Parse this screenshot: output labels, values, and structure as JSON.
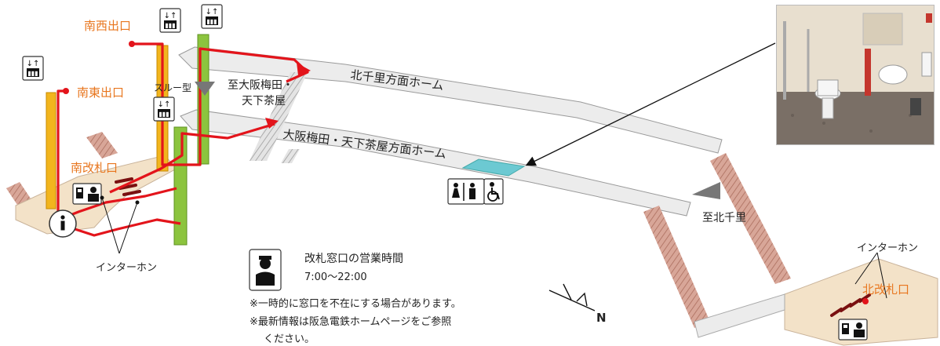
{
  "exits": {
    "southwest": "南西出口",
    "southeast": "南東出口",
    "south_gate": "南改札口",
    "north_gate": "北改札口"
  },
  "platforms": {
    "upper": "北千里方面ホーム",
    "lower": "大阪梅田・天下茶屋方面ホーム"
  },
  "directions": {
    "to_umeda_line1": "至大阪梅田・",
    "to_umeda_line2": "天下茶屋",
    "to_kitasenri": "至北千里"
  },
  "elevator_note": "スルー型",
  "intercom": [
    "インターホン",
    "インターホン"
  ],
  "office_hours": {
    "title": "改札窓口の営業時間",
    "time": "7:00～22:00",
    "note1": "※一時的に窓口を不在にする場合があります。",
    "note2": "※最新情報は阪急電鉄ホームページをご参照",
    "note3": "ください。"
  },
  "compass": "N",
  "icons": [
    "elevator-icon",
    "info-icon",
    "station-staff-icon",
    "toilet-icon",
    "wheelchair-icon",
    "station-attendant-icon"
  ],
  "colors": {
    "route": "#e3141b",
    "exit_text": "#e8761e",
    "elevator_yellow": "#f2b51e",
    "elevator_green": "#8cc43e",
    "stairs": "#c98f7d",
    "concourse": "#f3e2c8",
    "toilet_highlight": "#6cc9d2"
  }
}
